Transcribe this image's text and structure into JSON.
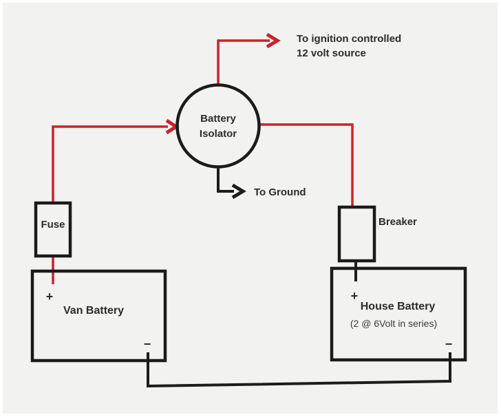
{
  "colors": {
    "background": "#f2f2f1",
    "page_border": "#ffffff",
    "wire_red": "#cd2128",
    "wire_black": "#1c1c1c",
    "text": "#2b2b2b"
  },
  "isolator": {
    "label_line1": "Battery",
    "label_line2": "Isolator"
  },
  "ignition": {
    "label_line1": "To ignition controlled",
    "label_line2": "12 volt source"
  },
  "ground": {
    "label": "To Ground"
  },
  "fuse": {
    "label": "Fuse"
  },
  "breaker": {
    "label": "Breaker"
  },
  "van_battery": {
    "label": "Van Battery",
    "plus": "+",
    "minus": "−"
  },
  "house_battery": {
    "label": "House Battery",
    "sublabel": "(2 @ 6Volt in series)",
    "plus": "+",
    "minus": "−"
  }
}
